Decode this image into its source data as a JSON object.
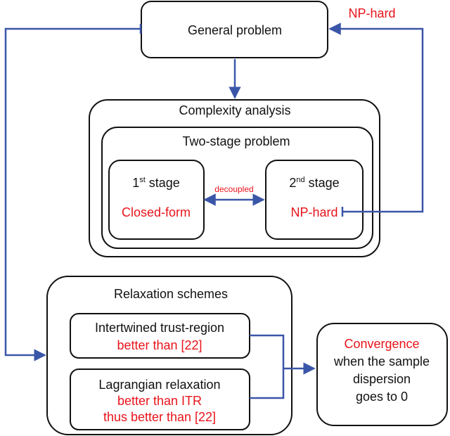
{
  "colors": {
    "accent_red": "#e8141b",
    "arrow_blue": "#3a56a8",
    "stroke": "#111111"
  },
  "general": {
    "title": "General problem",
    "complexity": "NP-hard"
  },
  "complexity": {
    "title": "Complexity analysis",
    "two_stage": {
      "title": "Two-stage problem",
      "stage1": {
        "label": "1",
        "sup": "st",
        "suffix": " stage",
        "result": "Closed-form"
      },
      "stage2": {
        "label": "2",
        "sup": "nd",
        "suffix": " stage",
        "result": "NP-hard"
      },
      "link_label": "decoupled"
    }
  },
  "relaxation": {
    "title": "Relaxation schemes",
    "itr": {
      "title": "Intertwined trust-region",
      "note": "better than [22]"
    },
    "lagrangian": {
      "title": "Lagrangian relaxation",
      "note1": "better than ITR",
      "note2": "thus better than [22]"
    }
  },
  "convergence": {
    "title": "Convergence",
    "line1": "when the sample",
    "line2": "dispersion",
    "line3": "goes to 0"
  }
}
